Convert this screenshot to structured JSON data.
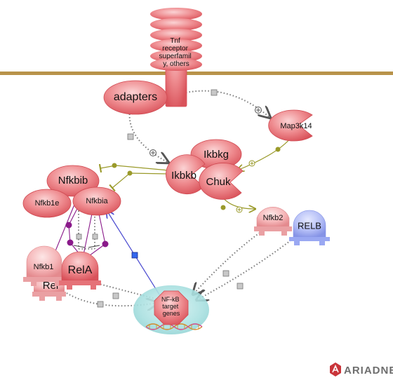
{
  "pathway": {
    "nodes": {
      "receptor": "Tnf receptor superfamily, others",
      "adapters": "adapters",
      "map3k14": "Map3k14",
      "ikbkg": "Ikbkg",
      "ikbkb": "Ikbkb",
      "chuk": "Chuk",
      "nfkbib": "Nfkbib",
      "nfkb1e": "Nfkb1e",
      "nfkbia": "Nfkbia",
      "nfkb1": "Nfkb1",
      "rela": "RelA",
      "rel": "Rel",
      "nfkb2": "Nfkb2",
      "relb": "RELB",
      "target": "NF-kB target genes"
    },
    "receptor_lines": [
      "Tnf",
      "receptor",
      "superfamil",
      "y, others"
    ],
    "target_lines": [
      "NF-kB",
      "target",
      "genes"
    ]
  },
  "brand": {
    "logo_text": "ARIADNE"
  },
  "colors": {
    "membrane": "#b8934a",
    "protein_fill": "#e2666c",
    "protein_light": "#f4a9ac",
    "relb_fill": "#9aa8f2",
    "olive_edge": "#9a9a2a",
    "purple_edge": "#8a1a8a",
    "blue_edge": "#4a4ad0",
    "dotted_edge": "#7a7a7a"
  }
}
